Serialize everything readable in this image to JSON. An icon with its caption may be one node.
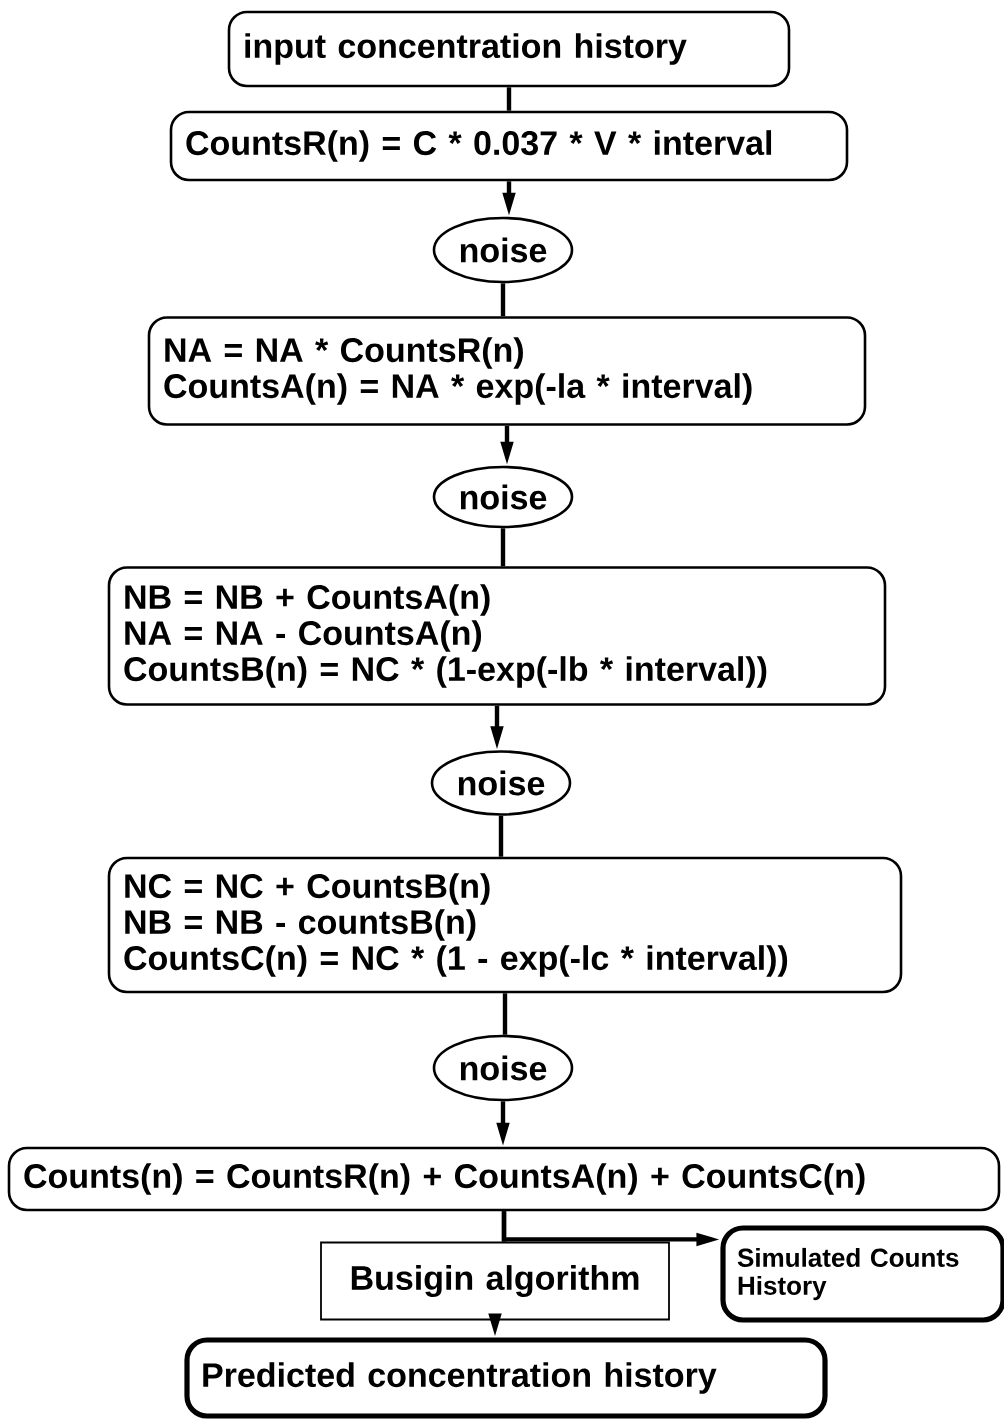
{
  "diagram": {
    "nodes": [
      {
        "text": [
          "input concentration history"
        ]
      },
      {
        "text": [
          "CountsR(n) = C * 0.037 * V * interval"
        ]
      },
      {
        "text": [
          "noise"
        ]
      },
      {
        "text": [
          "NA = NA * CountsR(n)",
          "CountsA(n) = NA * exp(-la * interval)"
        ]
      },
      {
        "text": [
          "noise"
        ]
      },
      {
        "text": [
          "NB = NB + CountsA(n)",
          "NA = NA - CountsA(n)",
          "CountsB(n) = NC * (1-exp(-lb * interval))"
        ]
      },
      {
        "text": [
          "noise"
        ]
      },
      {
        "text": [
          "NC = NC + CountsB(n)",
          "NB = NB - countsB(n)",
          "CountsC(n) = NC * (1 - exp(-lc * interval))"
        ]
      },
      {
        "text": [
          "noise"
        ]
      },
      {
        "text": [
          "Counts(n) = CountsR(n) + CountsA(n) + CountsC(n)"
        ]
      },
      {
        "text": [
          "Busigin algorithm"
        ]
      },
      {
        "text": [
          "Simulated Counts History"
        ]
      },
      {
        "text": [
          "Predicted concentration history"
        ]
      }
    ],
    "edges": [
      {
        "from": 0,
        "to": 1,
        "arrow": "none"
      },
      {
        "from": 1,
        "to": 2,
        "arrow": "to"
      },
      {
        "from": 2,
        "to": 3,
        "arrow": "none"
      },
      {
        "from": 3,
        "to": 4,
        "arrow": "to"
      },
      {
        "from": 4,
        "to": 5,
        "arrow": "none"
      },
      {
        "from": 5,
        "to": 6,
        "arrow": "to"
      },
      {
        "from": 6,
        "to": 7,
        "arrow": "none"
      },
      {
        "from": 7,
        "to": 8,
        "arrow": "none"
      },
      {
        "from": 8,
        "to": 9,
        "arrow": "to"
      },
      {
        "from": 9,
        "to": 10,
        "arrow": "none"
      },
      {
        "from": 10,
        "to": 12,
        "arrow": "to"
      },
      {
        "from": 9,
        "to": 11,
        "arrow": "to"
      }
    ]
  }
}
